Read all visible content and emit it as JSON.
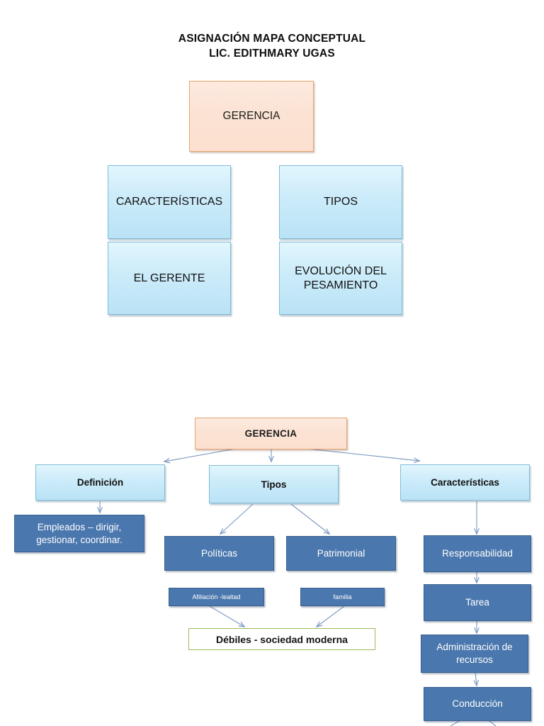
{
  "page": {
    "title_lines": [
      "ASIGNACIÓN MAPA CONCEPTUAL",
      "LIC. EDITHMARY UGAS"
    ]
  },
  "colors": {
    "peach_fill": "#fbe3d4",
    "peach_border": "#e8a36f",
    "light_blue_fill": "#cdecfa",
    "light_blue_border": "#7fbdd8",
    "dark_blue_fill": "#4a77ad",
    "olive_border": "#9cbb5b",
    "connector": "#7e9cc4",
    "text_dark": "#111111",
    "text_light": "#ffffff"
  },
  "diagram_top": {
    "root": {
      "label": "GERENCIA"
    },
    "boxes": [
      {
        "label": "CARACTERÍSTICAS"
      },
      {
        "label": "TIPOS"
      },
      {
        "label": "EL GERENTE"
      },
      {
        "label": "EVOLUCIÓN DEL PESAMIENTO"
      }
    ]
  },
  "diagram_bottom": {
    "root": {
      "label": "GERENCIA"
    },
    "level1": [
      {
        "label": "Definición"
      },
      {
        "label": "Tipos"
      },
      {
        "label": "Características"
      }
    ],
    "definicion_child": {
      "label": "Empleados – dirigir, gestionar, coordinar."
    },
    "tipos_children": [
      {
        "label": "Políticas"
      },
      {
        "label": "Patrimonial"
      }
    ],
    "tipos_tags": [
      {
        "label": "Afiliación -lealtad"
      },
      {
        "label": "familia"
      }
    ],
    "tipos_outcome": {
      "label": "Débiles - sociedad moderna"
    },
    "caracteristicas_chain": [
      {
        "label": "Responsabilidad"
      },
      {
        "label": "Tarea"
      },
      {
        "label": "Administración de recursos"
      },
      {
        "label": "Conducción"
      }
    ]
  }
}
